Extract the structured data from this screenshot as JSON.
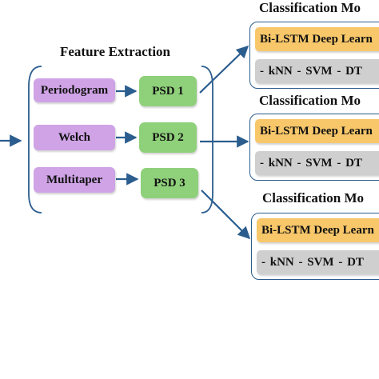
{
  "feature_extraction": {
    "title": "Feature Extraction",
    "methods": [
      "Periodogram",
      "Welch",
      "Multitaper"
    ],
    "psds": [
      "PSD 1",
      "PSD 2",
      "PSD 3"
    ]
  },
  "classification_modules": [
    {
      "title": "Classification Mo",
      "deep": "Bi-LSTM Deep Learn",
      "ml": "- kNN   - SVM   - DT"
    },
    {
      "title": "Classification Mo",
      "deep": "Bi-LSTM Deep Learn",
      "ml": "- kNN   - SVM   - DT"
    },
    {
      "title": "Classification Mo",
      "deep": "Bi-LSTM Deep Learn",
      "ml": "- kNN   - SVM   - DT"
    }
  ],
  "colors": {
    "arrow": "#2b5d8e",
    "method_fill": "#cfa3e6",
    "psd_fill": "#8fd07a",
    "deep_fill": "#f7c76a",
    "ml_fill": "#cfcfcf"
  }
}
